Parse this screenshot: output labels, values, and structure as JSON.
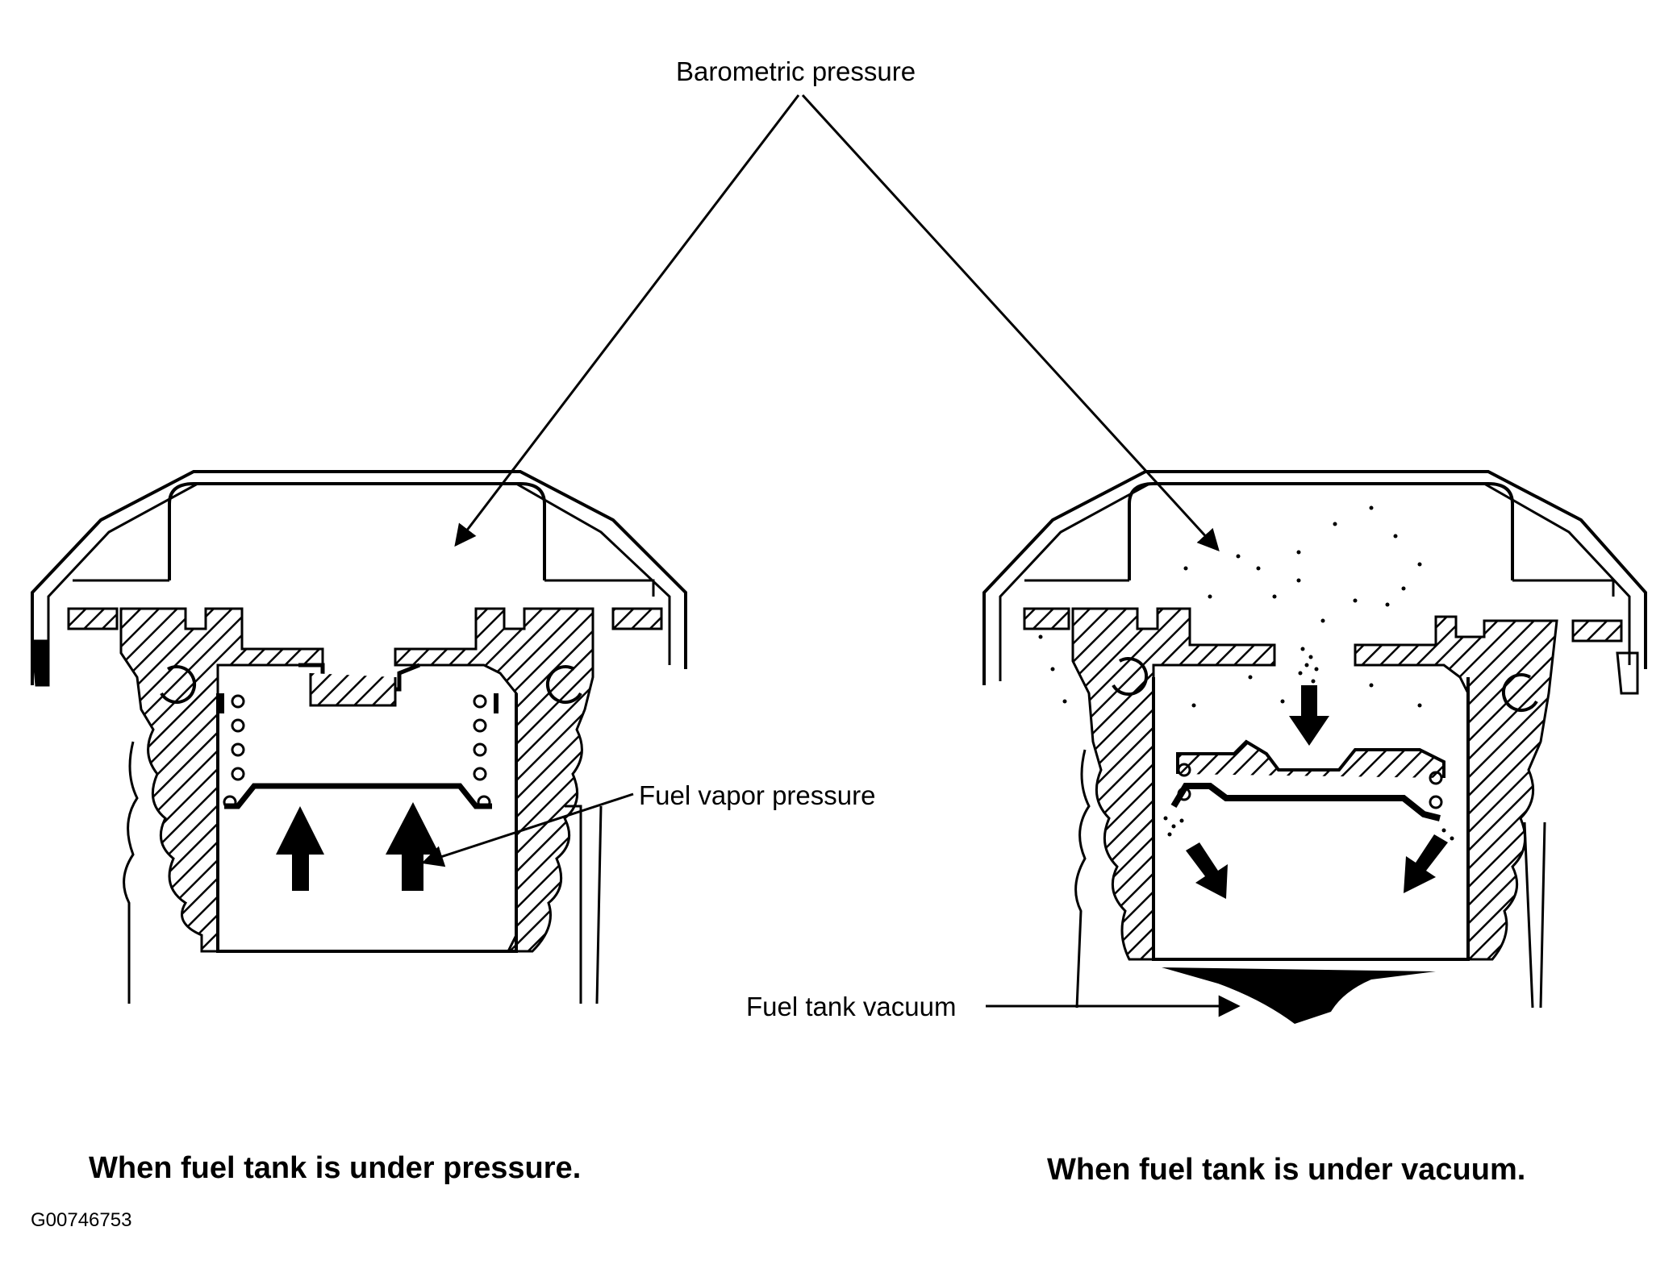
{
  "labels": {
    "barometric": "Barometric pressure",
    "vapor": "Fuel vapor pressure",
    "vacuum": "Fuel tank vacuum"
  },
  "captions": {
    "left": "When fuel tank is under pressure.",
    "right": "When fuel tank is under  vacuum."
  },
  "figure_id": "G00746753",
  "colors": {
    "ink": "#000000",
    "paper": "#ffffff"
  }
}
